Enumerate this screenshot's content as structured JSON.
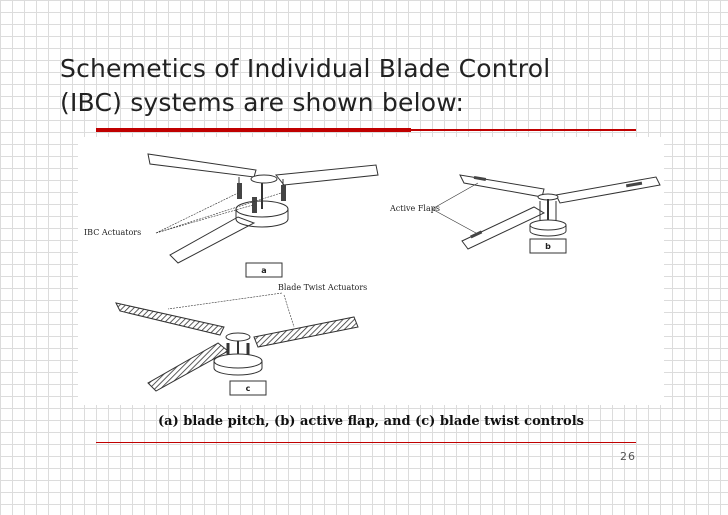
{
  "slide": {
    "title_line1": "Schemetics of Individual Blade Control",
    "title_line2": "(IBC) systems are shown below:",
    "page_number": "26"
  },
  "figure": {
    "labels": {
      "ibc_actuators": "IBC Actuators",
      "active_flaps": "Active Flaps",
      "blade_twist_actuators": "Blade Twist Actuators"
    },
    "panels": {
      "a": "a",
      "b": "b",
      "c": "c"
    },
    "caption": "(a) blade pitch, (b) active flap, and (c) blade twist controls"
  }
}
